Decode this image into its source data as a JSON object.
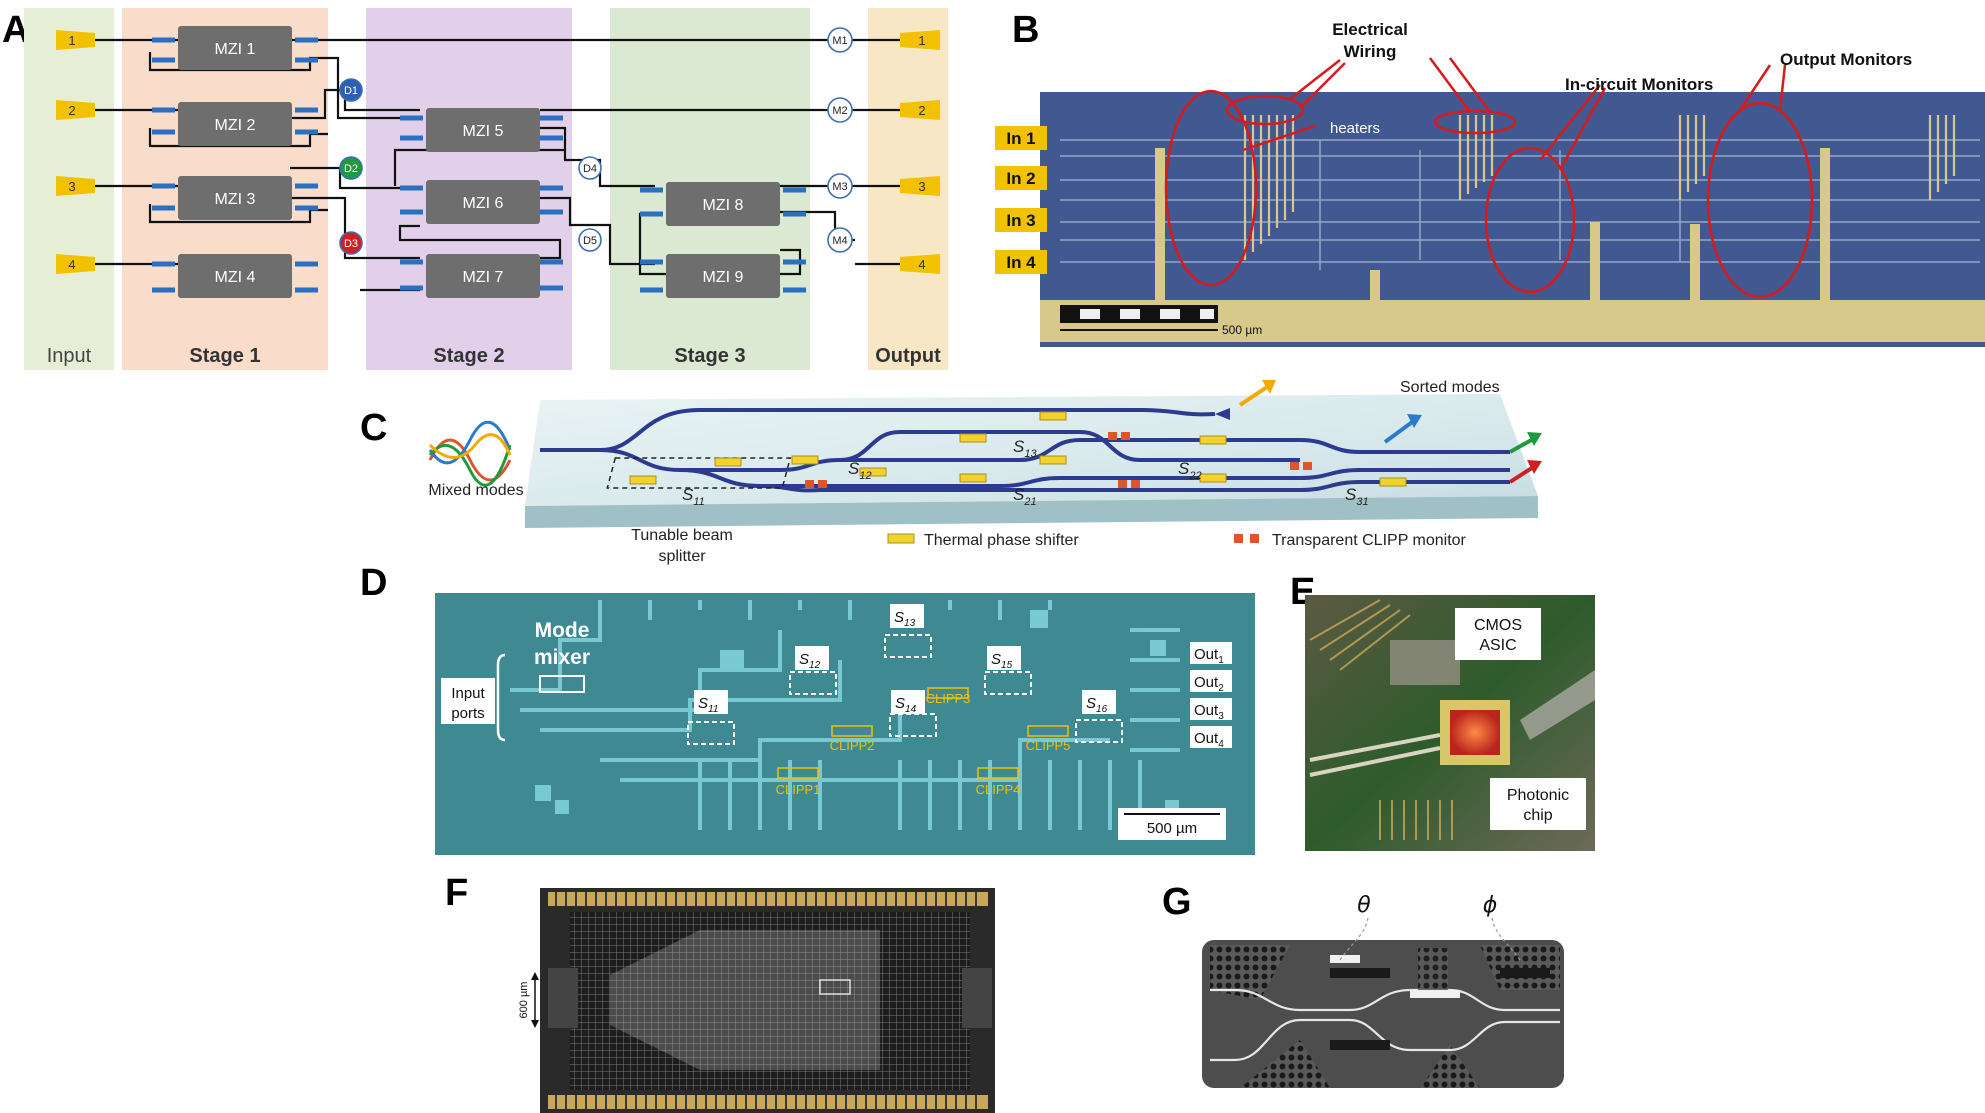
{
  "panels": {
    "a": "A",
    "b": "B",
    "c": "C",
    "d": "D",
    "e": "E",
    "f": "F",
    "g": "G"
  },
  "panel_a": {
    "columns": [
      "Input",
      "Stage 1",
      "Stage 2",
      "Stage 3",
      "Output"
    ],
    "column_colors": [
      "#e6efd6",
      "#f9dcc9",
      "#e2d0ea",
      "#dbe8d2",
      "#f8e7c4"
    ],
    "mzis": [
      "MZI 1",
      "MZI 2",
      "MZI 3",
      "MZI 4",
      "MZI 5",
      "MZI 6",
      "MZI 7",
      "MZI 8",
      "MZI 9"
    ],
    "inputs": [
      "1",
      "2",
      "3",
      "4"
    ],
    "outputs": [
      "1",
      "2",
      "3",
      "4"
    ],
    "monitors": [
      "M1",
      "M2",
      "M3",
      "M4"
    ],
    "detectors": [
      "D1",
      "D2",
      "D3",
      "D4",
      "D5"
    ],
    "detector_colors": [
      "#2f5fb5",
      "#1f9a3c",
      "#d01f1f",
      "#ffffff",
      "#ffffff"
    ],
    "port_color": "#f2c200",
    "mzi_color": "#6e6e6e",
    "phase_color": "#2a6fc0"
  },
  "panel_b": {
    "inputs": [
      "In 1",
      "In 2",
      "In 3",
      "In 4"
    ],
    "annotations": {
      "wiring": "Electrical\nWiring",
      "heaters": "heaters",
      "in_circuit": "In-circuit Monitors",
      "output": "Output Monitors"
    },
    "scale": "500 µm",
    "highlight_color": "#d91a1a"
  },
  "panel_c": {
    "mixed": "Mixed modes",
    "sorted": "Sorted modes",
    "bs_label": "Tunable beam\nsplitter",
    "legend_shifter": "Thermal phase shifter",
    "legend_monitor": "Transparent CLIPP monitor",
    "splitters": [
      "S",
      "S",
      "S",
      "S",
      "S",
      "S"
    ],
    "splitter_subs": [
      "11",
      "12",
      "13",
      "21",
      "22",
      "31"
    ],
    "waveguide_color": "#2c3a8f",
    "shifter_color": "#f2d22e",
    "monitor_color": "#e0542a"
  },
  "panel_d": {
    "mode_mixer": "Mode\nmixer",
    "input_ports": "Input\nports",
    "splitters": [
      "S",
      "S",
      "S",
      "S",
      "S",
      "S"
    ],
    "splitter_subs": [
      "11",
      "12",
      "13",
      "14",
      "15",
      "16"
    ],
    "outputs": [
      "Out",
      "Out",
      "Out",
      "Out"
    ],
    "output_subs": [
      "1",
      "2",
      "3",
      "4"
    ],
    "clipps": [
      "CLIPP1",
      "CLIPP2",
      "CLIPP3",
      "CLIPP4",
      "CLIPP5"
    ],
    "scale": "500 µm",
    "bg_color": "#3f8a92"
  },
  "panel_e": {
    "cmos": "CMOS\nASIC",
    "photonic": "Photonic\nchip"
  },
  "panel_f": {
    "scale": "600 µm"
  },
  "panel_g": {
    "theta": "θ",
    "phi": "ϕ"
  }
}
